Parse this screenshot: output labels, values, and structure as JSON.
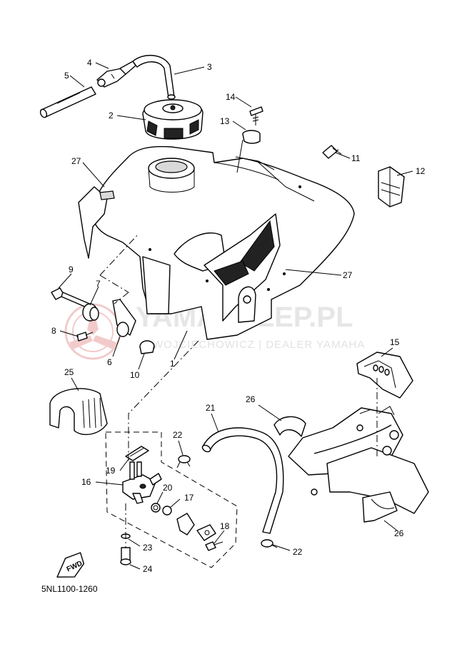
{
  "watermark": {
    "brand": "YAMASKLEP.PL",
    "subtitle": "WOJCIECHOWICZ | DEALER YAMAHA",
    "logo_color": "#e8a0a0"
  },
  "diagram_code": "5NL1100-1260",
  "fwd_label": "FWD",
  "callouts": {
    "c1": "1",
    "c2": "2",
    "c3": "3",
    "c4": "4",
    "c5": "5",
    "c6": "6",
    "c7": "7",
    "c8": "8",
    "c9": "9",
    "c10": "10",
    "c11": "11",
    "c12": "12",
    "c13": "13",
    "c14": "14",
    "c15": "15",
    "c16": "16",
    "c17": "17",
    "c18": "18",
    "c19": "19",
    "c20": "20",
    "c21": "21",
    "c22a": "22",
    "c22b": "22",
    "c23": "23",
    "c24": "24",
    "c25": "25",
    "c26a": "26",
    "c26b": "26",
    "c27a": "27",
    "c27b": "27"
  }
}
